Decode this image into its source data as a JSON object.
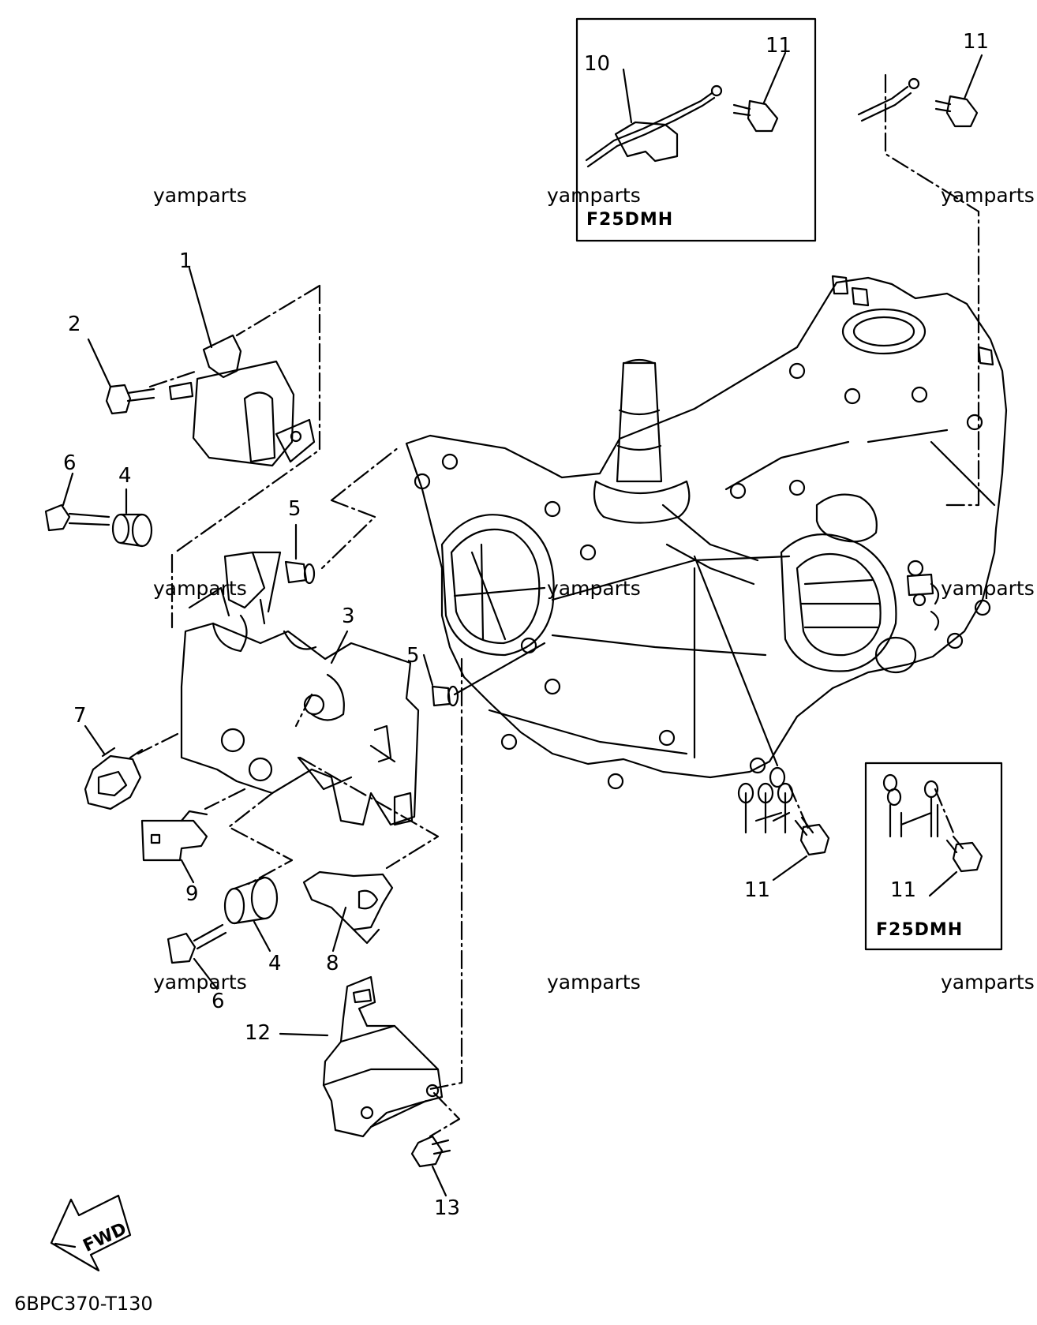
{
  "watermarks": [
    "yamparts",
    "yamparts",
    "yamparts",
    "yamparts",
    "yamparts",
    "yamparts",
    "yamparts",
    "yamparts",
    "yamparts"
  ],
  "callouts": [
    "1",
    "2",
    "3",
    "4",
    "4",
    "5",
    "5",
    "6",
    "6",
    "7",
    "8",
    "9",
    "10",
    "11",
    "11",
    "11",
    "11",
    "12",
    "13"
  ],
  "variant_labels": [
    "F25DMH",
    "F25DMH"
  ],
  "direction_label": "FWD",
  "diagram_code": "6BPC370-T130"
}
